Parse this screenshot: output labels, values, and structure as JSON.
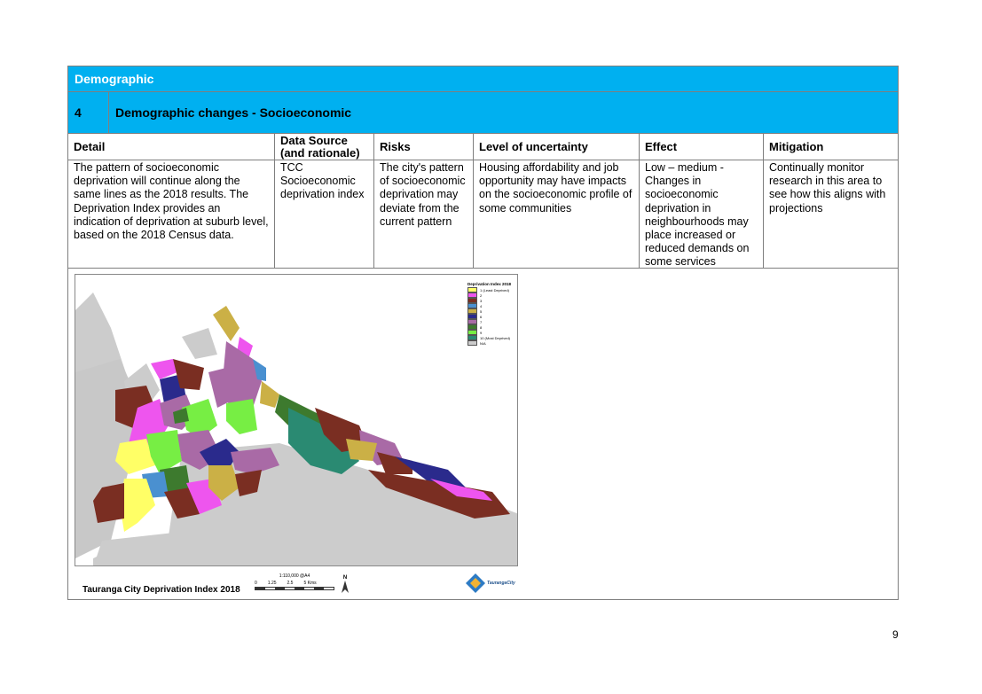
{
  "section": {
    "title": "Demographic"
  },
  "item": {
    "number": "4",
    "title": "Demographic changes - Socioeconomic"
  },
  "headers": [
    "Detail",
    "Data Source (and rationale)",
    "Risks",
    "Level of uncertainty",
    "Effect",
    "Mitigation"
  ],
  "row": [
    "The pattern of socioeconomic deprivation will continue along the same lines as the 2018 results. The Deprivation Index provides an indication of deprivation at suburb level, based on the 2018 Census data.",
    "TCC Socioeconomic deprivation index",
    "The city's pattern of socioeconomic deprivation may deviate from the current pattern",
    "Housing affordability and job opportunity may have impacts on the socioeconomic profile of some communities",
    "Low – medium - Changes in socioeconomic deprivation in neighbourhoods may place increased or reduced demands on some services",
    "Continually monitor research in this area to see how this aligns with projections"
  ],
  "map": {
    "caption": "Tauranga City Deprivation Index 2018",
    "legend_title": "Deprivation Index 2018",
    "legend_items": [
      {
        "label": "1 (Least Deprived)",
        "color": "#ffff66"
      },
      {
        "label": "2",
        "color": "#ee55ee"
      },
      {
        "label": "3",
        "color": "#7a2e22"
      },
      {
        "label": "4",
        "color": "#4a90d0"
      },
      {
        "label": "5",
        "color": "#cbb046"
      },
      {
        "label": "6",
        "color": "#2a2a8c"
      },
      {
        "label": "7",
        "color": "#a96aa6"
      },
      {
        "label": "8",
        "color": "#3d7a2e"
      },
      {
        "label": "9",
        "color": "#77ee44"
      },
      {
        "label": "10 (Most Deprived)",
        "color": "#2a8a72"
      },
      {
        "label": "N/A",
        "color": "#cccccc"
      }
    ],
    "scale_ratio": "1:110,000 @A4",
    "scale_ticks": [
      "0",
      "1.25",
      "2.5",
      "5 Kms"
    ],
    "north_label": "N",
    "logo_text": "TaurangaCity"
  },
  "page_number": "9"
}
